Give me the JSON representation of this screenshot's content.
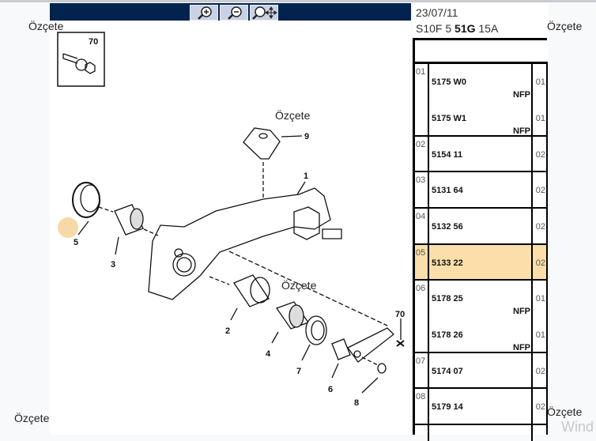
{
  "toolbar": {
    "buttons": [
      {
        "name": "zoom-in-icon"
      },
      {
        "name": "zoom-out-icon"
      },
      {
        "name": "pan-zoom-icon"
      }
    ]
  },
  "overlay_label": "Özçete",
  "diagram": {
    "inset_part": "70",
    "callouts": [
      "9",
      "1",
      "5",
      "3",
      "2",
      "4",
      "7",
      "6",
      "8",
      "70"
    ]
  },
  "header": {
    "date": "23/07/11",
    "code_prefix": "S10F 5",
    "code_bold": "51G",
    "code_suffix": "15A"
  },
  "rows": [
    {
      "pos": "01",
      "items": [
        {
          "ref": "5175 W0",
          "qty": "01",
          "note": "NFP"
        },
        {
          "ref": "5175 W1",
          "qty": "01",
          "note": "NFP"
        }
      ]
    },
    {
      "pos": "02",
      "items": [
        {
          "ref": "5154 11",
          "qty": "02"
        }
      ]
    },
    {
      "pos": "03",
      "items": [
        {
          "ref": "5131 64",
          "qty": "02"
        }
      ]
    },
    {
      "pos": "04",
      "items": [
        {
          "ref": "5132 56",
          "qty": "02"
        }
      ]
    },
    {
      "pos": "05",
      "items": [
        {
          "ref": "5133 22",
          "qty": "02"
        }
      ],
      "selected": true
    },
    {
      "pos": "06",
      "items": [
        {
          "ref": "5178 25",
          "qty": "01",
          "note": "NFP"
        },
        {
          "ref": "5178 26",
          "qty": "01",
          "note": "NFP"
        }
      ]
    },
    {
      "pos": "07",
      "items": [
        {
          "ref": "5174 07",
          "qty": "02"
        }
      ]
    },
    {
      "pos": "08",
      "items": [
        {
          "ref": "5179 14",
          "qty": "02"
        }
      ]
    }
  ],
  "watermark": "Wind",
  "colors": {
    "toolbar": "#03234f",
    "selected_row": "#fbdeaa",
    "highlight": "#f7d9a8"
  }
}
